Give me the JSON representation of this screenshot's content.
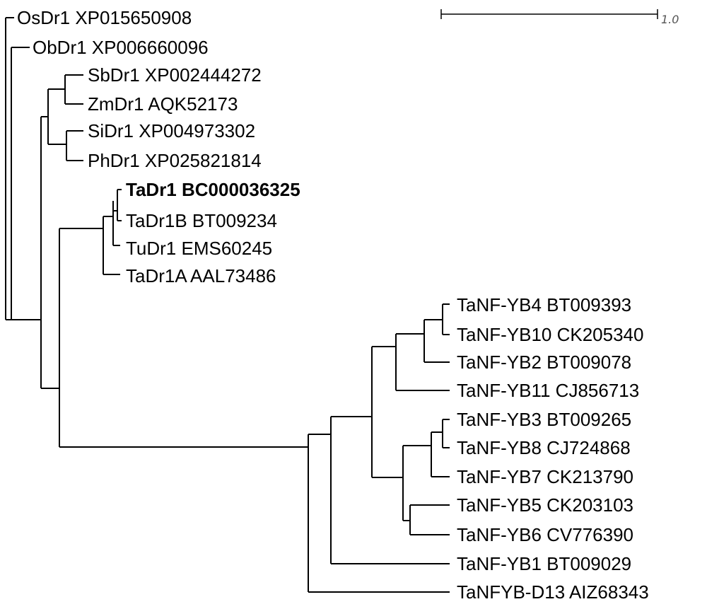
{
  "tree": {
    "scale_bar": {
      "label": "1.0",
      "length": 1.0
    },
    "leaves": [
      {
        "id": "OsDr1",
        "label": "OsDr1 XP015650908",
        "bold": false
      },
      {
        "id": "ObDr1",
        "label": "ObDr1 XP006660096",
        "bold": false
      },
      {
        "id": "SbDr1",
        "label": "SbDr1 XP002444272",
        "bold": false
      },
      {
        "id": "ZmDr1",
        "label": "ZmDr1 AQK52173",
        "bold": false
      },
      {
        "id": "SiDr1",
        "label": "SiDr1 XP004973302",
        "bold": false
      },
      {
        "id": "PhDr1",
        "label": "PhDr1 XP025821814",
        "bold": false
      },
      {
        "id": "TaDr1",
        "label": "TaDr1 BC000036325",
        "bold": true
      },
      {
        "id": "TaDr1B",
        "label": "TaDr1B BT009234",
        "bold": false
      },
      {
        "id": "TuDr1",
        "label": "TuDr1 EMS60245",
        "bold": false
      },
      {
        "id": "TaDr1A",
        "label": "TaDr1A AAL73486",
        "bold": false
      },
      {
        "id": "TaNF-YB4",
        "label": "TaNF-YB4 BT009393",
        "bold": false
      },
      {
        "id": "TaNF-YB10",
        "label": "TaNF-YB10 CK205340",
        "bold": false
      },
      {
        "id": "TaNF-YB2",
        "label": "TaNF-YB2 BT009078",
        "bold": false
      },
      {
        "id": "TaNF-YB11",
        "label": "TaNF-YB11 CJ856713",
        "bold": false
      },
      {
        "id": "TaNF-YB3",
        "label": "TaNF-YB3 BT009265",
        "bold": false
      },
      {
        "id": "TaNF-YB8",
        "label": "TaNF-YB8 CJ724868",
        "bold": false
      },
      {
        "id": "TaNF-YB7",
        "label": "TaNF-YB7 CK213790",
        "bold": false
      },
      {
        "id": "TaNF-YB5",
        "label": "TaNF-YB5 CK203103",
        "bold": false
      },
      {
        "id": "TaNF-YB6",
        "label": "TaNF-YB6 CV776390",
        "bold": false
      },
      {
        "id": "TaNF-YB1",
        "label": "TaNF-YB1 BT009029",
        "bold": false
      },
      {
        "id": "TaNFYB-D13",
        "label": "TaNFYB-D13 AIZ68343",
        "bold": false
      }
    ]
  }
}
